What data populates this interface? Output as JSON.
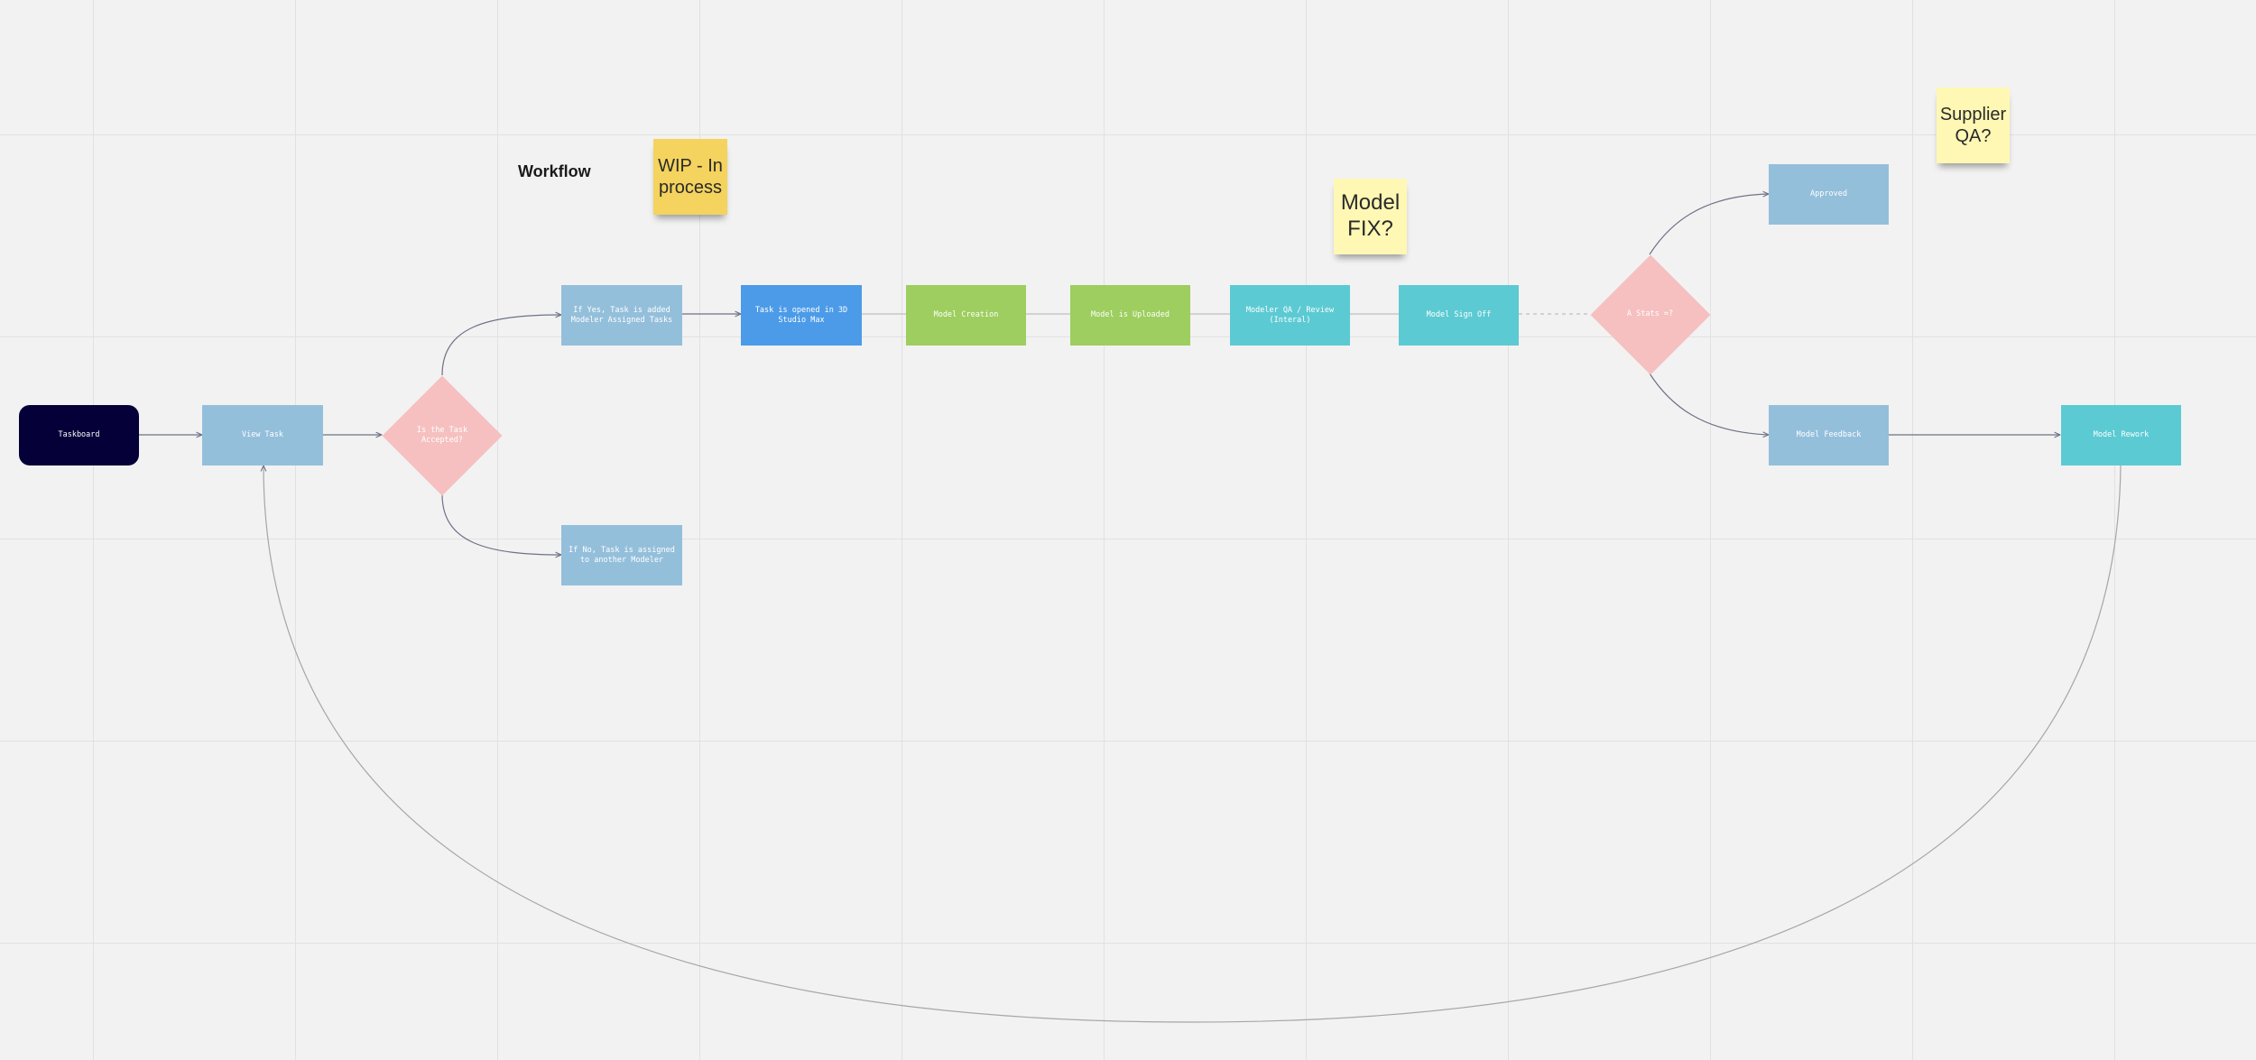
{
  "board": {
    "title": "Workflow",
    "colors": {
      "background": "#f2f2f2",
      "grid": "#e1e1e1",
      "connector": "#6e7286",
      "terminal": "#050038",
      "light_blue": "#94bfdb",
      "bright_blue": "#4c9be8",
      "green": "#9dce5f",
      "teal": "#5ccad3",
      "pink": "#f6c0c0",
      "sticky_orange": "#f4d35e",
      "sticky_yellow": "#fef8b4"
    }
  },
  "nodes": {
    "taskboard": "Taskboard",
    "view_task": "View Task",
    "task_accepted": "Is the Task Accepted?",
    "yes_assigned": "If Yes, Task is added Modeler Assigned Tasks",
    "no_reassigned": "If No, Task is assigned to another Modeler",
    "opened_3ds_max": "Task is opened in 3D Studio Max",
    "model_creation": "Model Creation",
    "model_uploaded": "Model is Uploaded",
    "modeler_qa": "Modeler QA / Review (Interal)",
    "model_sign_off": "Model Sign Off",
    "status_check": "A Stats =?",
    "approved": "Approved",
    "model_feedback": "Model Feedback",
    "model_rework": "Model Rework"
  },
  "stickies": {
    "wip": "WIP - In process",
    "model_fix": "Model FIX?",
    "supplier_qa": "Supplier QA?"
  }
}
